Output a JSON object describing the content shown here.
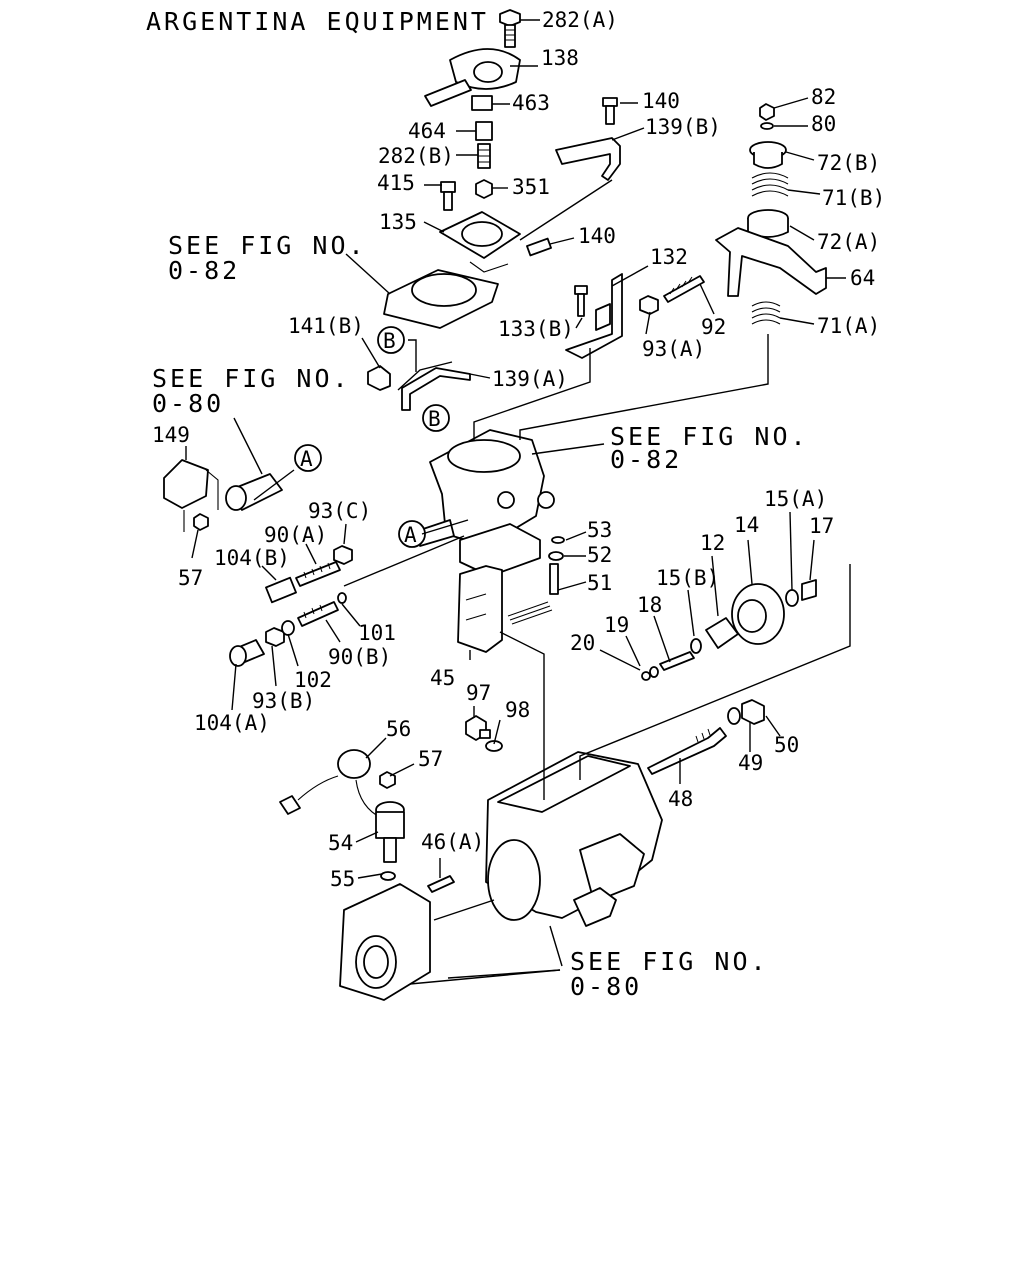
{
  "title": "ARGENTINA EQUIPMENT",
  "references": {
    "fig082_upper": [
      "SEE FIG NO.",
      "0-82"
    ],
    "fig080_left": [
      "SEE FIG NO.",
      "0-80"
    ],
    "fig082_right": [
      "SEE FIG NO.",
      "0-82"
    ],
    "fig080_bottom": [
      "SEE FIG NO.",
      "0-80"
    ]
  },
  "markers": {
    "a": "A",
    "b": "B"
  },
  "parts": {
    "p282a": "282(A)",
    "p138": "138",
    "p463": "463",
    "p464": "464",
    "p282b": "282(B)",
    "p415": "415",
    "p351": "351",
    "p135": "135",
    "p140a": "140",
    "p140b": "140",
    "p139b": "139(B)",
    "p82": "82",
    "p80": "80",
    "p72b": "72(B)",
    "p71b": "71(B)",
    "p72a": "72(A)",
    "p64": "64",
    "p71a": "71(A)",
    "p132": "132",
    "p92": "92",
    "p133b": "133(B)",
    "p93a": "93(A)",
    "p141b": "141(B)",
    "p139a": "139(A)",
    "p149": "149",
    "p57a": "57",
    "p104b": "104(B)",
    "p90a": "90(A)",
    "p93c": "93(C)",
    "p101": "101",
    "p90b": "90(B)",
    "p102": "102",
    "p93b": "93(B)",
    "p104a": "104(A)",
    "p53": "53",
    "p52": "52",
    "p51": "51",
    "p45": "45",
    "p12": "12",
    "p14": "14",
    "p15a": "15(A)",
    "p17": "17",
    "p15b": "15(B)",
    "p18": "18",
    "p19": "19",
    "p20": "20",
    "p97": "97",
    "p98": "98",
    "p56": "56",
    "p57b": "57",
    "p54": "54",
    "p46a": "46(A)",
    "p55": "55",
    "p48": "48",
    "p49": "49",
    "p50": "50"
  }
}
